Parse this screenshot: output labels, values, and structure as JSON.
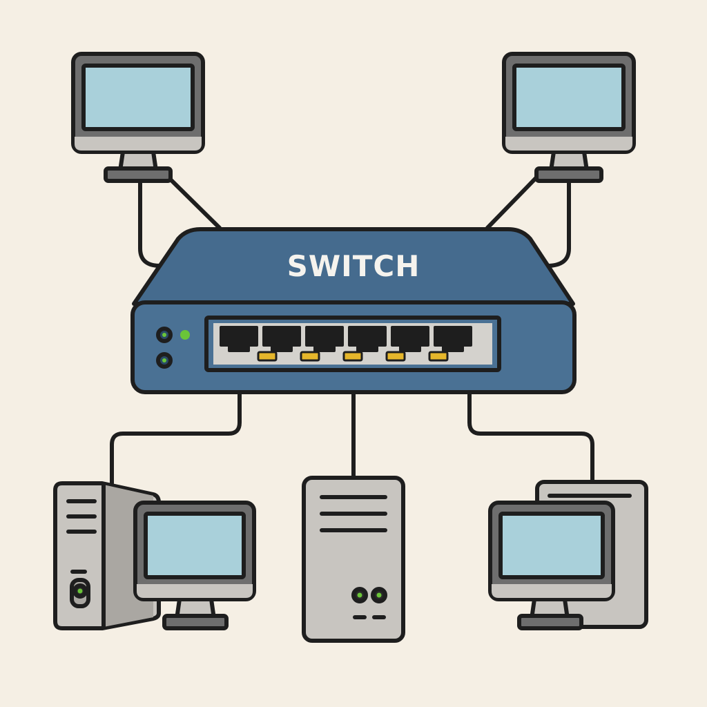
{
  "switch": {
    "label": "SWITCH",
    "port_count": 6,
    "icon": "network-switch-icon"
  },
  "devices": [
    {
      "name": "monitor-top-left",
      "icon": "monitor-icon"
    },
    {
      "name": "monitor-top-right",
      "icon": "monitor-icon"
    },
    {
      "name": "desktop-pc-left",
      "icon": "desktop-computer-icon"
    },
    {
      "name": "server-tower-center",
      "icon": "server-tower-icon"
    },
    {
      "name": "workstation-right",
      "icon": "desktop-computer-icon"
    }
  ],
  "colors": {
    "background": "#f5efe4",
    "outline": "#1e1e1e",
    "switch_body": "#4a7194",
    "switch_top": "#456b8e",
    "switch_text": "#f5f3ee",
    "screen": "#a9d0da",
    "bezel": "#6e6e6e",
    "device_gray": "#c8c5c0",
    "port_face": "#d4d2cd",
    "port_latch": "#e5b62b",
    "led_green": "#6ac538"
  }
}
